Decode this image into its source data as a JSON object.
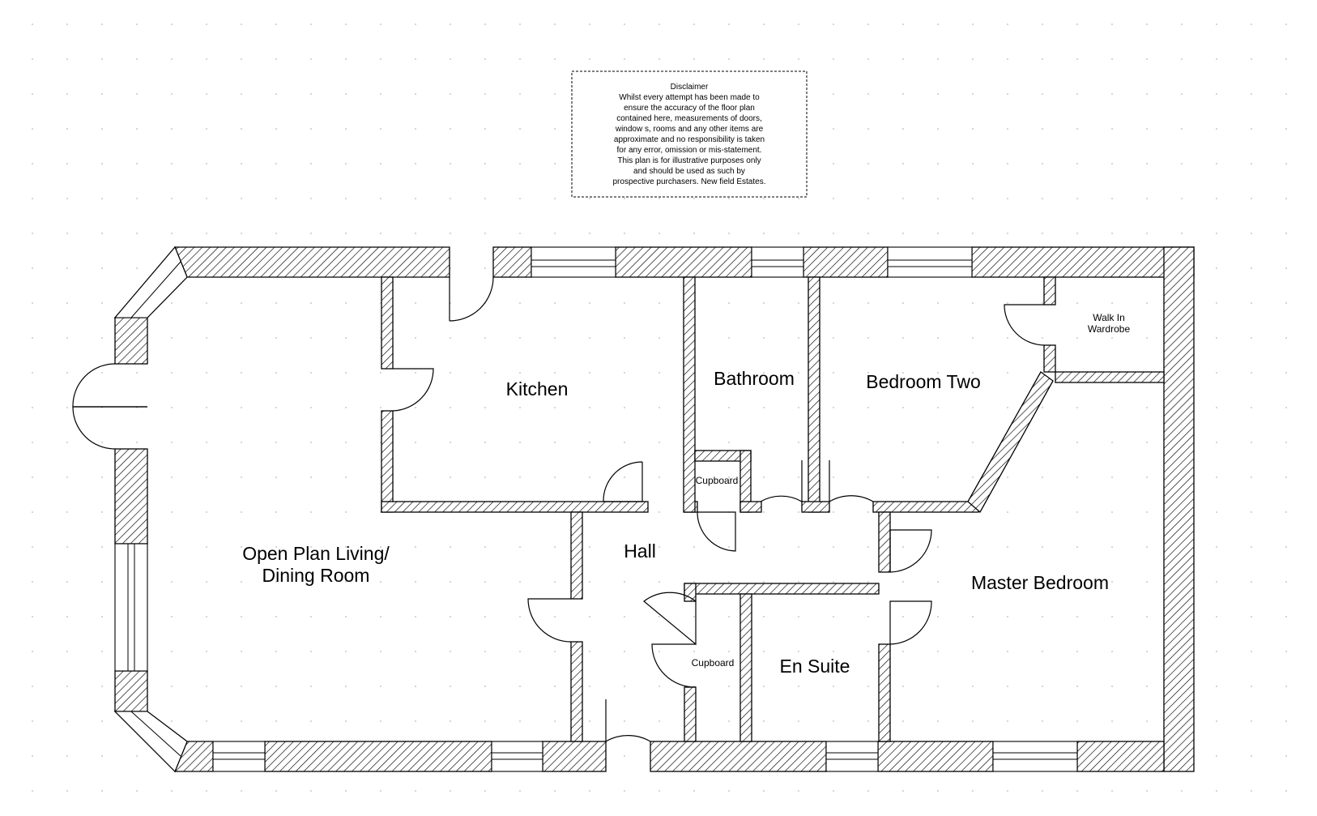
{
  "disclaimer": {
    "heading": "Disclaimer",
    "lines": [
      "Whilst every attempt has been made to",
      "ensure the accuracy of the floor plan",
      "contained here, measurements of doors,",
      "window s, rooms and any other items are",
      "approximate and no responsibility is taken",
      "for any error, omission or mis-statement.",
      "This plan is for illustrative purposes only",
      "and should be used as such by",
      "prospective purchasers. New field Estates."
    ]
  },
  "rooms": {
    "kitchen": "Kitchen",
    "bathroom": "Bathroom",
    "bedroom_two": "Bedroom Two",
    "walk_in_wardrobe_line1": "Walk In",
    "walk_in_wardrobe_line2": "Wardrobe",
    "living_line1": "Open Plan Living/",
    "living_line2": "Dining Room",
    "hall": "Hall",
    "cupboard_upper": "Cupboard",
    "cupboard_lower": "Cupboard",
    "en_suite": "En Suite",
    "master_bedroom": "Master Bedroom"
  }
}
